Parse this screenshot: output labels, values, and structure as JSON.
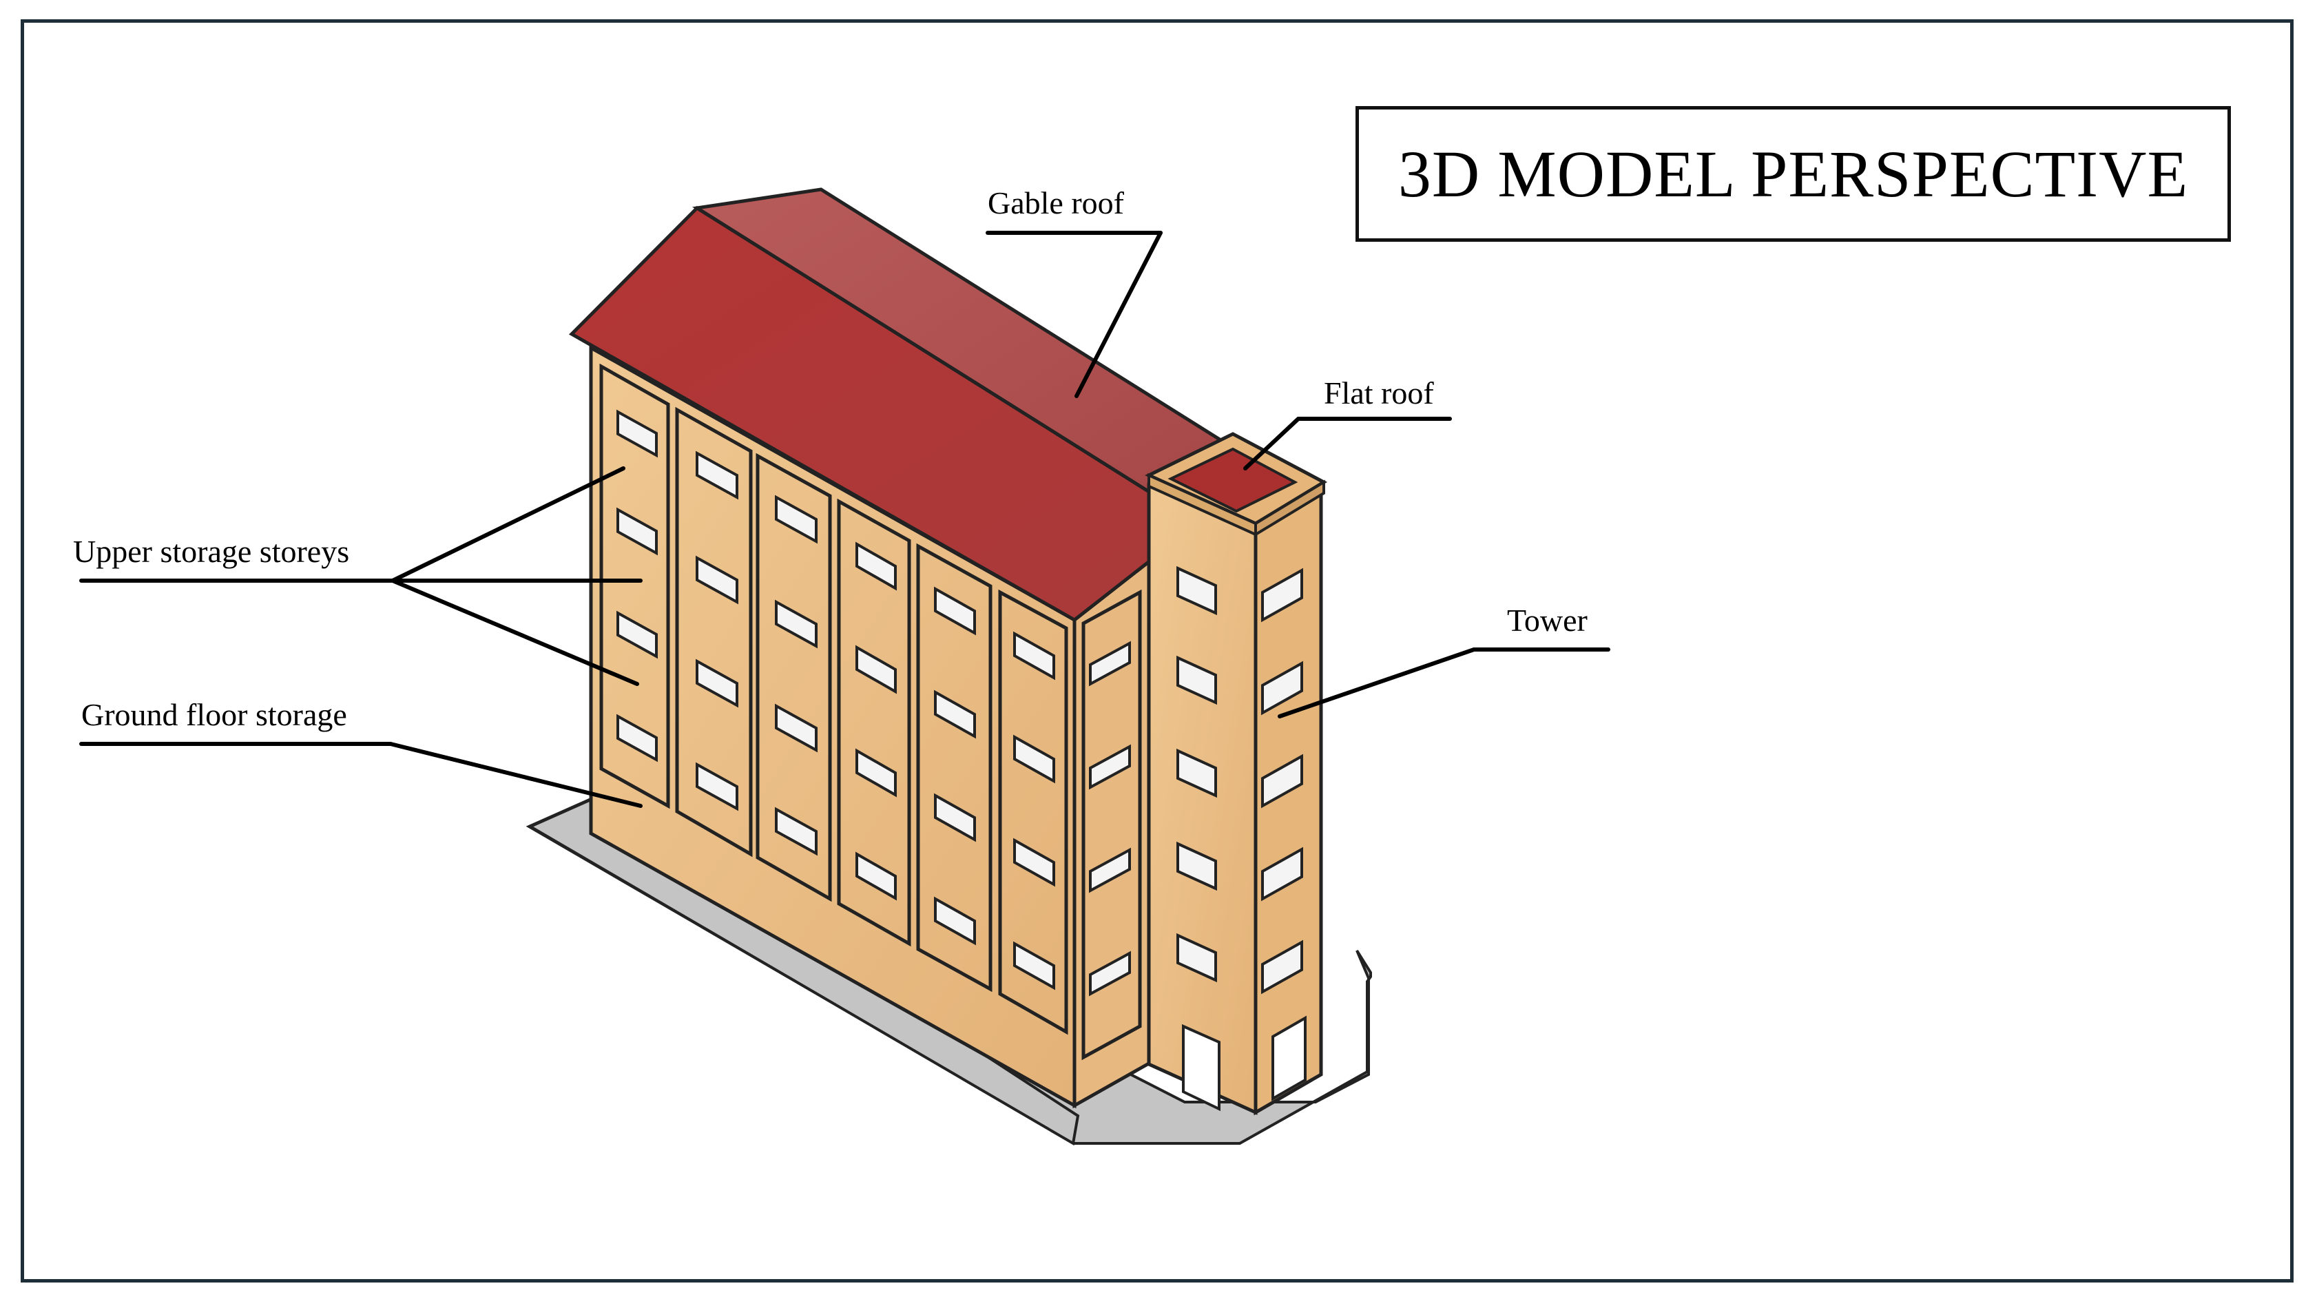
{
  "title": "3D MODEL PERSPECTIVE",
  "labels": {
    "gable_roof": "Gable roof",
    "flat_roof": "Flat roof",
    "upper_storage_storeys": "Upper storage storeys",
    "ground_floor_storage": "Ground floor storage",
    "tower": "Tower"
  },
  "colors": {
    "frame": "#1f2f3a",
    "wall": "#ecc28a",
    "wall_dark": "#d9a96c",
    "roof": "#b23a3a",
    "roof_light": "#b45858",
    "base": "#c7c7c7",
    "outline": "#222222"
  }
}
